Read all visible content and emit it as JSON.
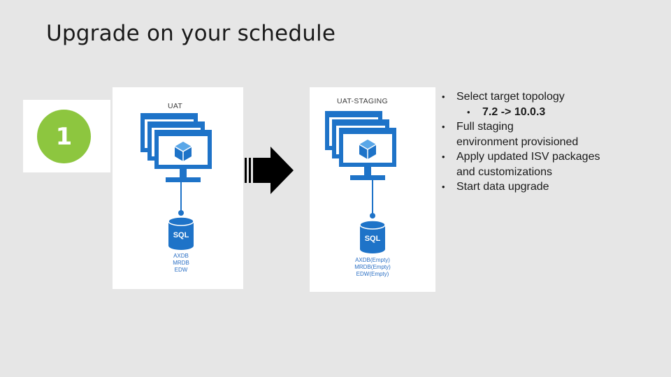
{
  "slide": {
    "title": "Upgrade on your schedule"
  },
  "step": {
    "number": "1",
    "color": "#8dc63f"
  },
  "uat_panel": {
    "label": "UAT",
    "db_icon_text": "SQL",
    "db_lines": [
      "AXDB",
      "MRDB",
      "EDW"
    ]
  },
  "staging_panel": {
    "label": "UAT-STAGING",
    "db_icon_text": "SQL",
    "db_lines": [
      "AXDB(Empty)",
      "MRDB(Empty)",
      "EDW(Empty)"
    ]
  },
  "arrow": {
    "icon": "right-arrow-icon"
  },
  "bullets": {
    "b1": "Select target topology",
    "b1_sub_prefix": "7.2 -> ",
    "b1_sub_bold": "10.0.3",
    "b2_line1": "Full staging",
    "b2_line2": "environment provisioned",
    "b3_line1": "Apply updated ISV packages",
    "b3_line2": "and customizations",
    "b4": "Start data upgrade"
  },
  "colors": {
    "azure_blue": "#1e73c8",
    "background": "#e6e6e6"
  }
}
